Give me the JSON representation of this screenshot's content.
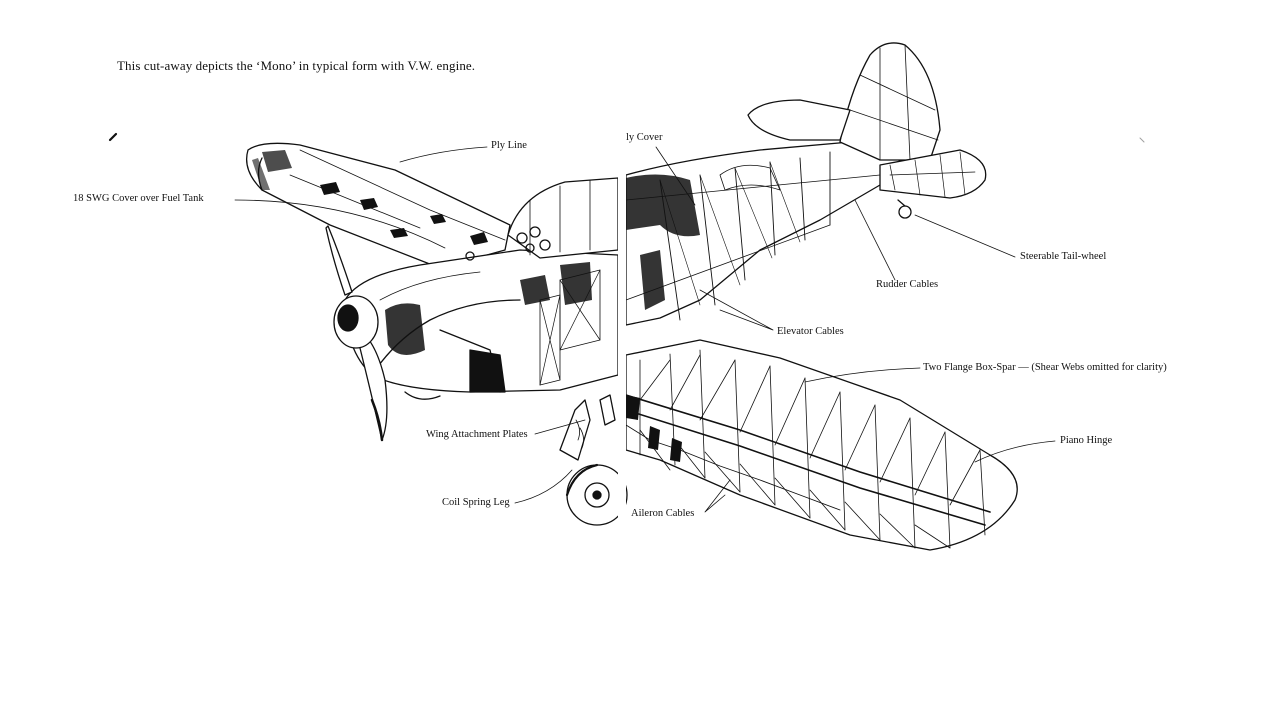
{
  "caption": "This cut-away depicts the ‘Mono’ in typical form with V.W. engine.",
  "labels": {
    "ply_line": "Ply Line",
    "fuel_tank_cover": "18 SWG Cover over Fuel Tank",
    "ply_cover": "ly Cover",
    "steerable_tail_wheel": "Steerable Tail-wheel",
    "rudder_cables": "Rudder Cables",
    "elevator_cables": "Elevator Cables",
    "box_spar": "Two Flange Box-Spar — (Shear Webs omitted for clarity)",
    "piano_hinge": "Piano Hinge",
    "wing_attachment_plates": "Wing Attachment Plates",
    "coil_spring_leg": "Coil Spring Leg",
    "aileron_cables": "Aileron Cables"
  }
}
